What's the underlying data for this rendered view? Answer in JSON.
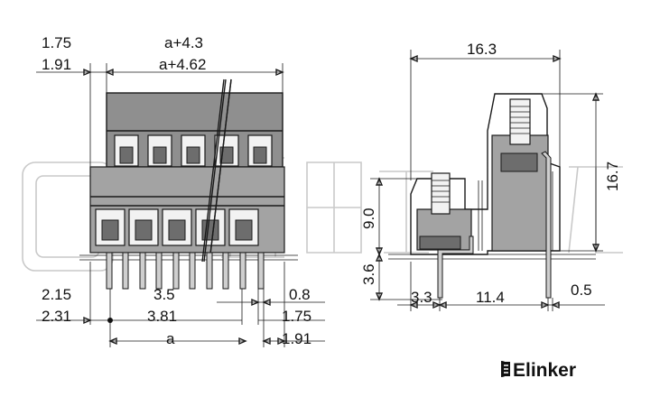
{
  "front_view": {
    "top_left_1": "1.75",
    "top_left_2": "1.91",
    "top_width_1": "a+4.3",
    "top_width_2": "a+4.62",
    "bottom_left_1": "2.15",
    "bottom_left_2": "2.31",
    "pitch_1": "3.5",
    "pitch_2": "3.81",
    "pin_width": "0.8",
    "bottom_right_1": "1.75",
    "bottom_right_2": "1.91",
    "span": "a"
  },
  "side_view": {
    "overall_depth": "16.3",
    "overall_height": "16.7",
    "body_height": "9.0",
    "pin_length": "3.6",
    "pin_offset": "3.3",
    "pin_spacing": "11.4",
    "pin_thickness": "0.5"
  },
  "brand": {
    "name": "Elinker",
    "logo_icon": "elinker-logo-icon"
  },
  "colors": {
    "body": "#8f8f8f",
    "line": "#1a1a1a",
    "watermark": "#c9c9c9"
  }
}
